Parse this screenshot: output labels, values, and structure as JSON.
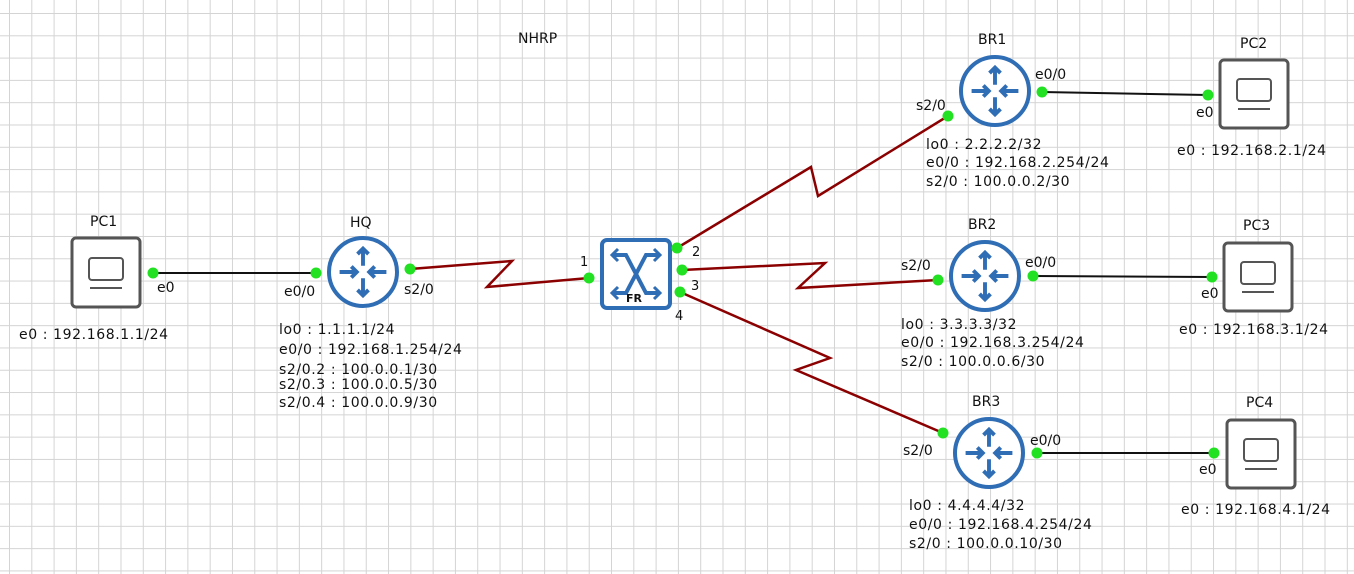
{
  "diagram": {
    "title": "NHRP",
    "colors": {
      "ethernet_link": "#111111",
      "serial_link": "#8b0000",
      "port_dot": "#22e022",
      "router_blue": "#2f6db5",
      "pc_gray": "#555555"
    }
  },
  "pcs": {
    "pc1": {
      "name": "PC1",
      "port": "e0",
      "ip": "e0 : 192.168.1.1/24"
    },
    "pc2": {
      "name": "PC2",
      "port": "e0",
      "ip": "e0 : 192.168.2.1/24"
    },
    "pc3": {
      "name": "PC3",
      "port": "e0",
      "ip": "e0 : 192.168.3.1/24"
    },
    "pc4": {
      "name": "PC4",
      "port": "e0",
      "ip": "e0 : 192.168.4.1/24"
    }
  },
  "routers": {
    "hq": {
      "name": "HQ",
      "ports": {
        "e0": "e0/0",
        "s2": "s2/0"
      },
      "ips": [
        "lo0 : 1.1.1.1/24",
        "e0/0 : 192.168.1.254/24",
        "s2/0.2 : 100.0.0.1/30",
        "s2/0.3 : 100.0.0.5/30",
        "s2/0.4 : 100.0.0.9/30"
      ]
    },
    "br1": {
      "name": "BR1",
      "ports": {
        "e0": "e0/0",
        "s2": "s2/0"
      },
      "ips": [
        "lo0 : 2.2.2.2/32",
        "e0/0 : 192.168.2.254/24",
        "s2/0 : 100.0.0.2/30"
      ]
    },
    "br2": {
      "name": "BR2",
      "ports": {
        "e0": "e0/0",
        "s2": "s2/0"
      },
      "ips": [
        "lo0 : 3.3.3.3/32",
        "e0/0 : 192.168.3.254/24",
        "s2/0 : 100.0.0.6/30"
      ]
    },
    "br3": {
      "name": "BR3",
      "ports": {
        "e0": "e0/0",
        "s2": "s2/0"
      },
      "ips": [
        "lo0 : 4.4.4.4/32",
        "e0/0 : 192.168.4.254/24",
        "s2/0 : 100.0.0.10/30"
      ]
    }
  },
  "fr_switch": {
    "label": "FR",
    "ports": {
      "p1": "1",
      "p2": "2",
      "p3": "3",
      "p4": "4"
    }
  }
}
